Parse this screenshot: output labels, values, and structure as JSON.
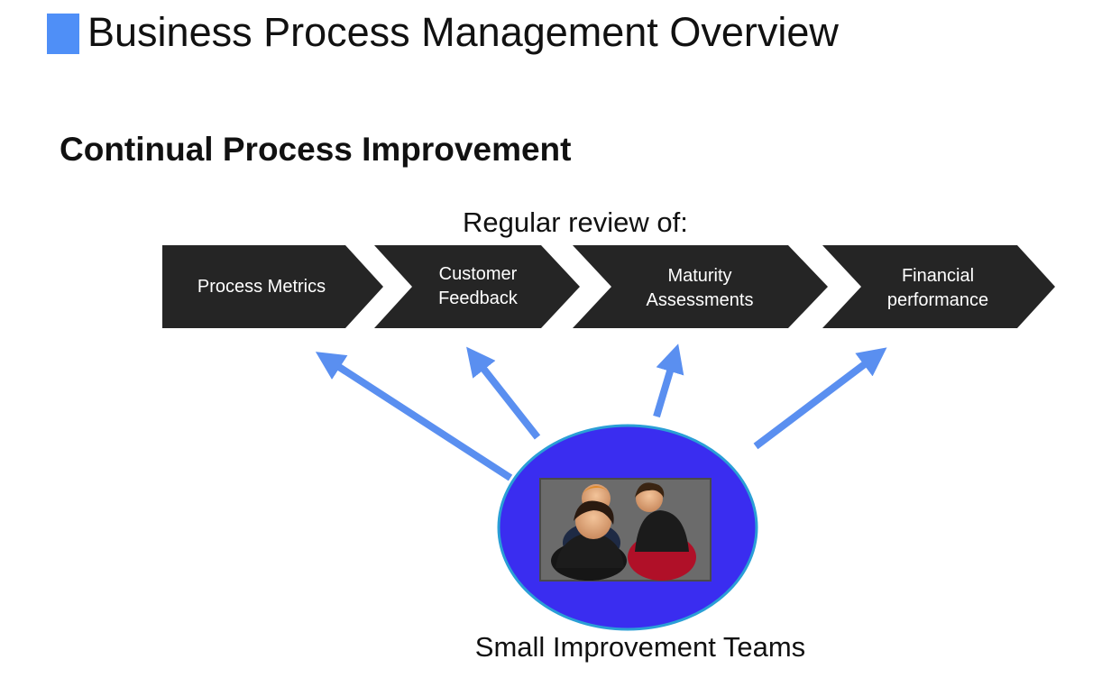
{
  "header": {
    "title": "Business Process Management Overview",
    "accent_color": "#4f8ff7"
  },
  "section": {
    "heading": "Continual Process Improvement",
    "review_label": "Regular review of:"
  },
  "steps": [
    {
      "label": "Process Metrics"
    },
    {
      "label": "Customer\nFeedback"
    },
    {
      "label": "Maturity\nAssessments"
    },
    {
      "label": "Financial\nperformance"
    }
  ],
  "teams": {
    "label": "Small Improvement Teams",
    "icon": "people-group-icon",
    "circle_color": "#3a2df0"
  },
  "colors": {
    "chevron": "#252525",
    "arrow": "#5a8ff0"
  }
}
